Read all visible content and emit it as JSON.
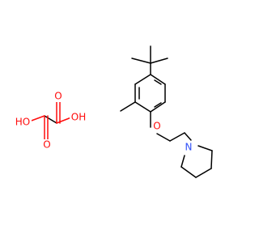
{
  "colors": {
    "background": "#ffffff",
    "carbon_bond": "#000000",
    "oxygen": "#ff0d0d",
    "nitrogen": "#3050f8"
  },
  "atoms": {
    "ho_left": "HO",
    "oh_right": "OH",
    "o_top": "O",
    "o_bottom": "O",
    "ether_o": "O",
    "n": "N"
  }
}
